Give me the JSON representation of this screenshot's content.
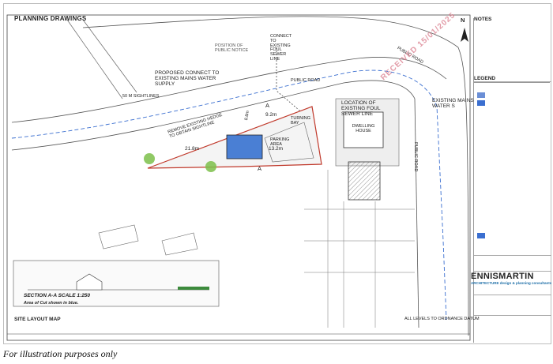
{
  "title": "PLANNING DRAWINGS",
  "site_layout_label": "SITE LAYOUT MAP",
  "section_title": "SECTION A-A SCALE 1:250",
  "section_note": "Area of Cut shown in blue.",
  "levels_note": "ALL LEVELS TO ORDNANCE DATUM",
  "labels": {
    "position_notice": "POSITION OF PUBLIC NOTICE",
    "connect_foul": "CONNECT TO EXISTING FOUL SEWER LINE",
    "public_road_1": "PUBLIC ROAD",
    "public_road_2": "PUBLIC ROAD",
    "public_road_3": "PUBLIC ROAD",
    "proposed_connect": "PROPOSED CONNECT TO EXISTING MAINS WATER SUPPLY",
    "sightlines": "50 M SIGHTLINES",
    "remove_hedge": "REMOVE EXISTING HEDGE TO OBTAIN SIGHTLINE",
    "location_sewer": "LOCATION OF EXISTING FOUL SEWER LINE",
    "existing_mains": "EXISTING MAINS WATER S",
    "dwelling": "DWELLING HOUSE",
    "parking": "PARKING AREA",
    "turning": "TURNING BAY",
    "dim_1": "21.8m",
    "dim_2": "13.2m",
    "dim_3": "9.2m",
    "dim_4": "8.8m",
    "section_a1": "A",
    "section_a2": "A",
    "received_stamp": "RECEIVED 15/01/2025"
  },
  "sidebar": {
    "notes": "NOTES",
    "legend": "LEGEND"
  },
  "brand": {
    "name": "ENNISMARTIN",
    "tagline": "ARCHITECTURE design & planning consultants"
  },
  "compass": "N",
  "caption": "For illustration purposes only",
  "colors": {
    "boundary_red": "#c0392b",
    "area_blue": "#4a7fd4",
    "water_line_blue": "#3b6fd0",
    "brand_blue": "#1e6fa8"
  }
}
